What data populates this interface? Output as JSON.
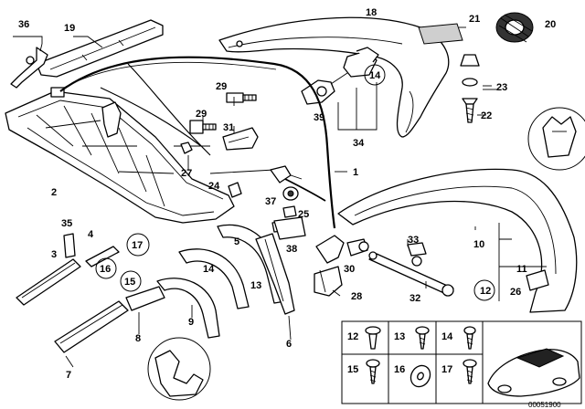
{
  "callouts": [
    {
      "id": "c36",
      "text": "36"
    },
    {
      "id": "c19",
      "text": "19"
    },
    {
      "id": "c18",
      "text": "18"
    },
    {
      "id": "c21",
      "text": "21"
    },
    {
      "id": "c20",
      "text": "20"
    },
    {
      "id": "c23",
      "text": "23"
    },
    {
      "id": "c22",
      "text": "22"
    },
    {
      "id": "c14a",
      "text": "14"
    },
    {
      "id": "c39",
      "text": "39"
    },
    {
      "id": "c34",
      "text": "34"
    },
    {
      "id": "c29a",
      "text": "29"
    },
    {
      "id": "c29b",
      "text": "29"
    },
    {
      "id": "c31",
      "text": "31"
    },
    {
      "id": "c27",
      "text": "27"
    },
    {
      "id": "c1",
      "text": "1"
    },
    {
      "id": "c2",
      "text": "2"
    },
    {
      "id": "c24",
      "text": "24"
    },
    {
      "id": "c37",
      "text": "37"
    },
    {
      "id": "c25",
      "text": "25"
    },
    {
      "id": "c17a",
      "text": "17"
    },
    {
      "id": "c35",
      "text": "35"
    },
    {
      "id": "c3",
      "text": "3"
    },
    {
      "id": "c4",
      "text": "4"
    },
    {
      "id": "c16a",
      "text": "16"
    },
    {
      "id": "c15a",
      "text": "15"
    },
    {
      "id": "c5",
      "text": "5"
    },
    {
      "id": "c14b",
      "text": "14"
    },
    {
      "id": "c13a",
      "text": "13"
    },
    {
      "id": "c38",
      "text": "38"
    },
    {
      "id": "c33",
      "text": "33"
    },
    {
      "id": "c30",
      "text": "30"
    },
    {
      "id": "c10",
      "text": "10"
    },
    {
      "id": "c11",
      "text": "11"
    },
    {
      "id": "c12a",
      "text": "12"
    },
    {
      "id": "c26",
      "text": "26"
    },
    {
      "id": "c32",
      "text": "32"
    },
    {
      "id": "c28",
      "text": "28"
    },
    {
      "id": "c9",
      "text": "9"
    },
    {
      "id": "c8",
      "text": "8"
    },
    {
      "id": "c6",
      "text": "6"
    },
    {
      "id": "c7",
      "text": "7"
    }
  ],
  "legend": {
    "row1": [
      "12",
      "13",
      "14"
    ],
    "row2": [
      "15",
      "16",
      "17"
    ]
  },
  "diagram_code": "00051900"
}
